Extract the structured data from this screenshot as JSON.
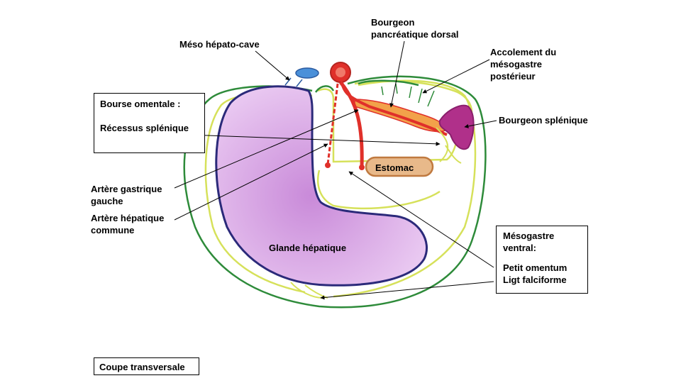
{
  "labels": {
    "meso_hepato_cave": "Méso hépato-cave",
    "bourgeon_pancreatique": [
      "Bourgeon",
      "pancréatique dorsal"
    ],
    "accolement": [
      "Accolement du",
      "mésogastre",
      "postérieur"
    ],
    "bourgeon_splenique": "Bourgeon splénique",
    "estomac": "Estomac",
    "arteres_gastrique": [
      "Artère gastrique",
      "gauche"
    ],
    "artere_hepatique": [
      "Artère hépatique",
      "commune"
    ],
    "glande_hepatique": "Glande hépatique"
  },
  "bourse_box": {
    "title": "Bourse omentale :",
    "item": "Récessus splénique"
  },
  "mesogastre_box": {
    "title_lines": [
      "Mésogastre",
      "ventral:"
    ],
    "items": [
      "Petit omentum",
      "Ligt falciforme"
    ]
  },
  "footer": {
    "caption": "Coupe transversale"
  },
  "colors": {
    "body_wall": "#2e8b3a",
    "peritoneum": "#d6e15a",
    "liver_outline": "#2b2a7a",
    "liver_fill": "#d9a8e8",
    "artery": "#e0302a",
    "pancreas": "#f2a24a",
    "spleen": "#b0308a",
    "stomach": "#e8b98a"
  }
}
